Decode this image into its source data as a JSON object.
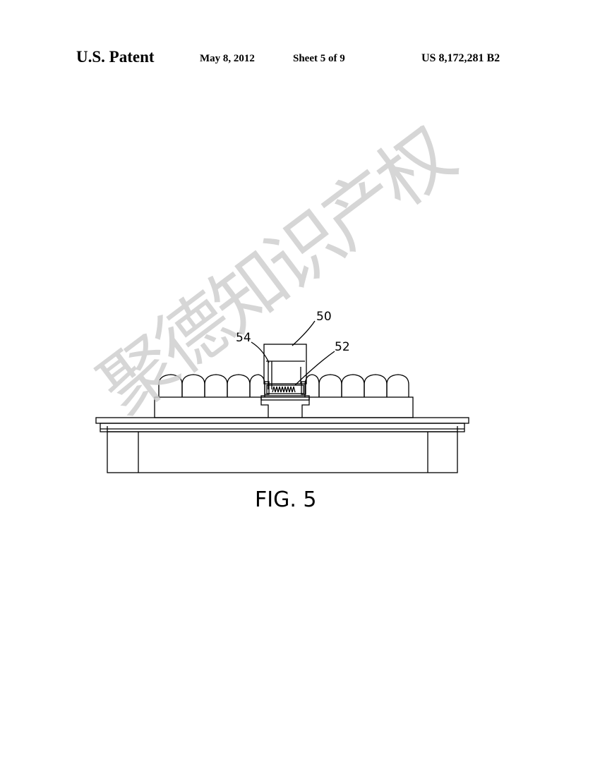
{
  "header": {
    "title": "U.S. Patent",
    "date": "May 8, 2012",
    "sheet": "Sheet 5 of 9",
    "patent_number": "US 8,172,281 B2"
  },
  "figure": {
    "label": "FIG. 5",
    "ref_50": "50",
    "ref_52": "52",
    "ref_54": "54"
  },
  "watermark": {
    "text": "聚德知识产权"
  }
}
